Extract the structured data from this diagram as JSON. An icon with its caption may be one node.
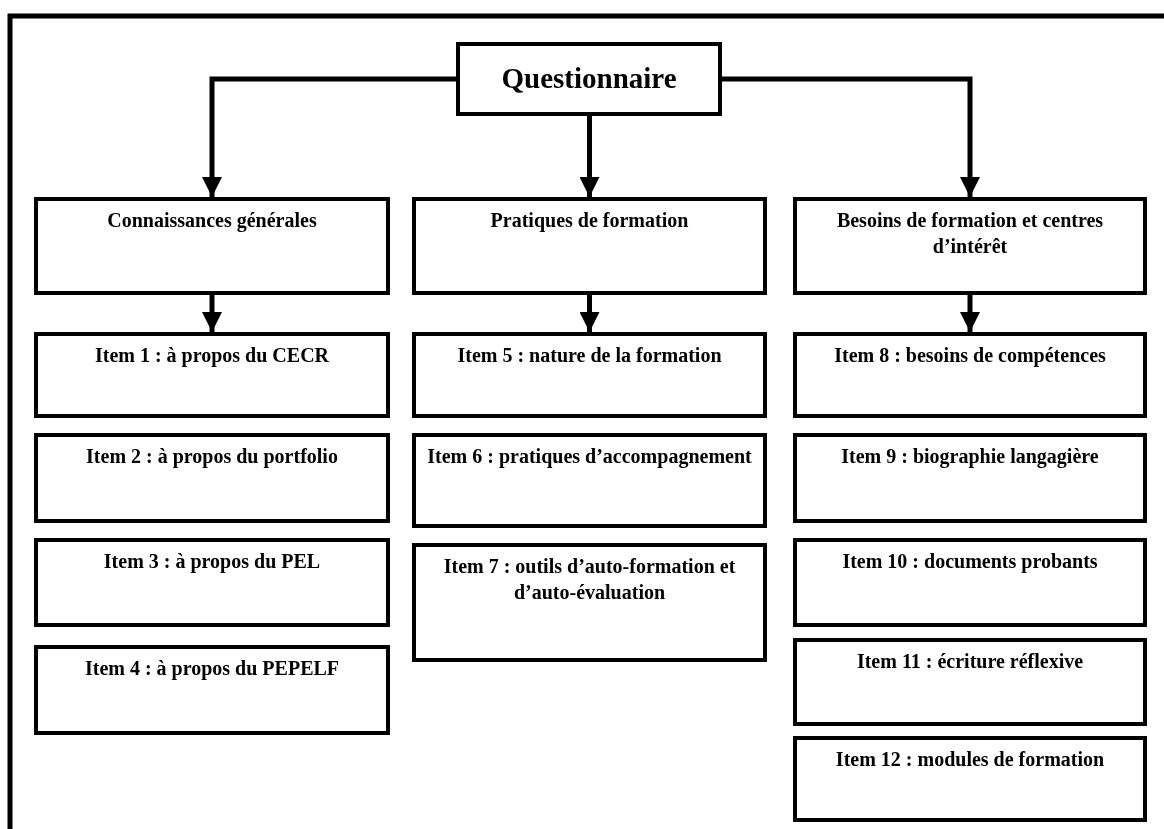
{
  "diagram": {
    "nodes": [
      {
        "text": [
          "Questionnaire"
        ]
      },
      {
        "text": [
          "Connaissances générales"
        ]
      },
      {
        "text": [
          "Pratiques de formation"
        ]
      },
      {
        "text": [
          "Besoins de formation et centres d’intérêt"
        ]
      },
      {
        "text": [
          "Item 1 : à propos du CECR"
        ]
      },
      {
        "text": [
          "Item 2 : à propos du portfolio"
        ]
      },
      {
        "text": [
          "Item 3 : à propos du PEL"
        ]
      },
      {
        "text": [
          "Item 4 : à propos du PEPELF"
        ]
      },
      {
        "text": [
          "Item 5 : nature de la formation"
        ]
      },
      {
        "text": [
          "Item 6 : pratiques d’accompagnement"
        ]
      },
      {
        "text": [
          "Item 7 : outils d’auto-formation et d’auto-évaluation"
        ]
      },
      {
        "text": [
          "Item 8 : besoins de compétences"
        ]
      },
      {
        "text": [
          "Item 9 : biographie langagière"
        ]
      },
      {
        "text": [
          "Item 10 : documents probants"
        ]
      },
      {
        "text": [
          "Item 11 : écriture réflexive"
        ]
      },
      {
        "text": [
          "Item 12 : modules de formation"
        ]
      }
    ],
    "edges": [
      {
        "from": 0,
        "to": 1,
        "arrow": "to"
      },
      {
        "from": 0,
        "to": 2,
        "arrow": "to"
      },
      {
        "from": 0,
        "to": 3,
        "arrow": "to"
      },
      {
        "from": 1,
        "to": 4,
        "arrow": "to"
      },
      {
        "from": 2,
        "to": 8,
        "arrow": "to"
      },
      {
        "from": 3,
        "to": 11,
        "arrow": "to"
      }
    ]
  }
}
